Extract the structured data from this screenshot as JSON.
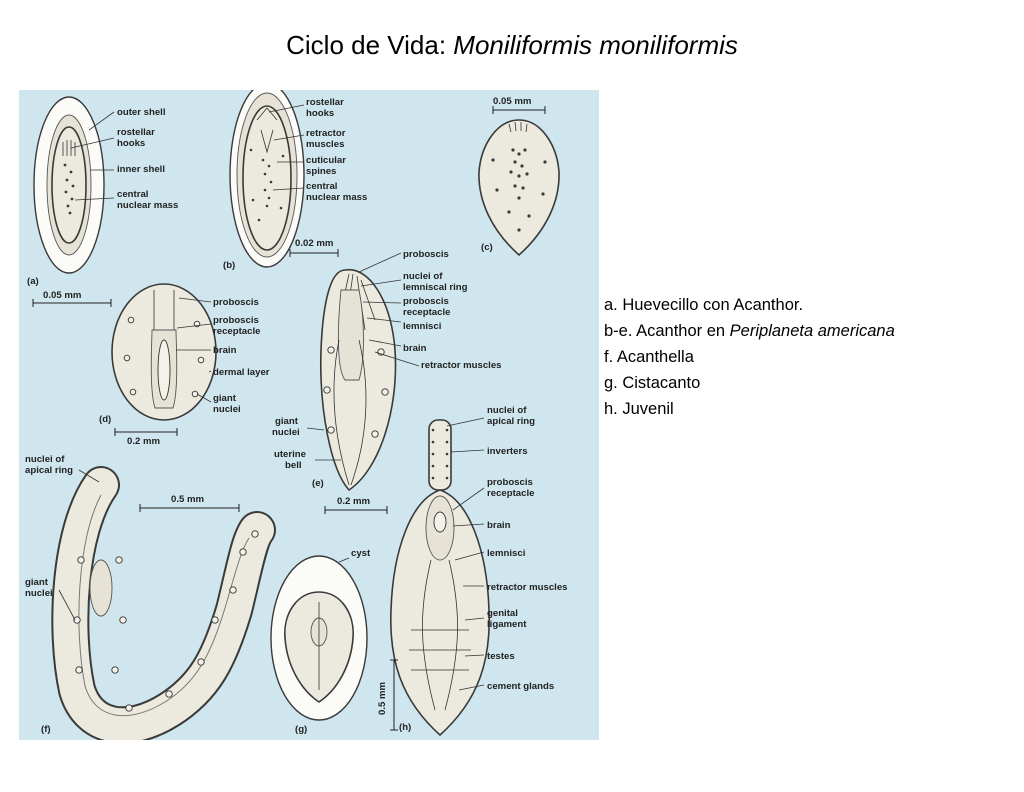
{
  "title": {
    "prefix": "Ciclo de Vida: ",
    "species": "Moniliformis moniliformis"
  },
  "legend": {
    "a": "a.   Huevecillo con Acanthor.",
    "b_prefix": "b-e. Acanthor en ",
    "b_species": "Periplaneta americana",
    "f": "f.  Acanthella",
    "g": "g. Cistacanto",
    "h": "h. Juvenil"
  },
  "figure": {
    "background": "#cfe6ee",
    "panels": {
      "a": {
        "tag": "(a)",
        "scale": "0.05 mm",
        "labels": [
          "outer shell",
          "rostellar",
          "hooks",
          "inner shell",
          "central",
          "nuclear mass"
        ]
      },
      "b": {
        "tag": "(b)",
        "scale": "0.02 mm",
        "labels": [
          "rostellar",
          "hooks",
          "retractor",
          "muscles",
          "cuticular",
          "spines",
          "central",
          "nuclear mass"
        ]
      },
      "c": {
        "tag": "(c)",
        "scale": "0.05 mm"
      },
      "d": {
        "tag": "(d)",
        "scale": "0.2 mm",
        "labels": [
          "proboscis",
          "proboscis",
          "receptacle",
          "brain",
          "dermal layer",
          "giant",
          "nuclei"
        ]
      },
      "e": {
        "tag": "(e)",
        "scale": "0.2 mm",
        "labels": [
          "proboscis",
          "nuclei of",
          "lemniscal ring",
          "proboscis",
          "receptacle",
          "lemnisci",
          "brain",
          "retractor muscles",
          "giant",
          "nuclei",
          "uterine",
          "bell"
        ]
      },
      "f": {
        "tag": "(f)",
        "scale": "0.5 mm",
        "labels": [
          "nuclei of",
          "apical ring",
          "giant",
          "nuclei"
        ]
      },
      "g": {
        "tag": "(g)",
        "labels": [
          "cyst"
        ]
      },
      "h": {
        "tag": "(h)",
        "scale": "0.5 mm",
        "labels": [
          "nuclei of",
          "apical ring",
          "inverters",
          "proboscis",
          "receptacle",
          "brain",
          "lemnisci",
          "retractor muscles",
          "genital",
          "ligament",
          "testes",
          "cement glands"
        ]
      }
    }
  }
}
